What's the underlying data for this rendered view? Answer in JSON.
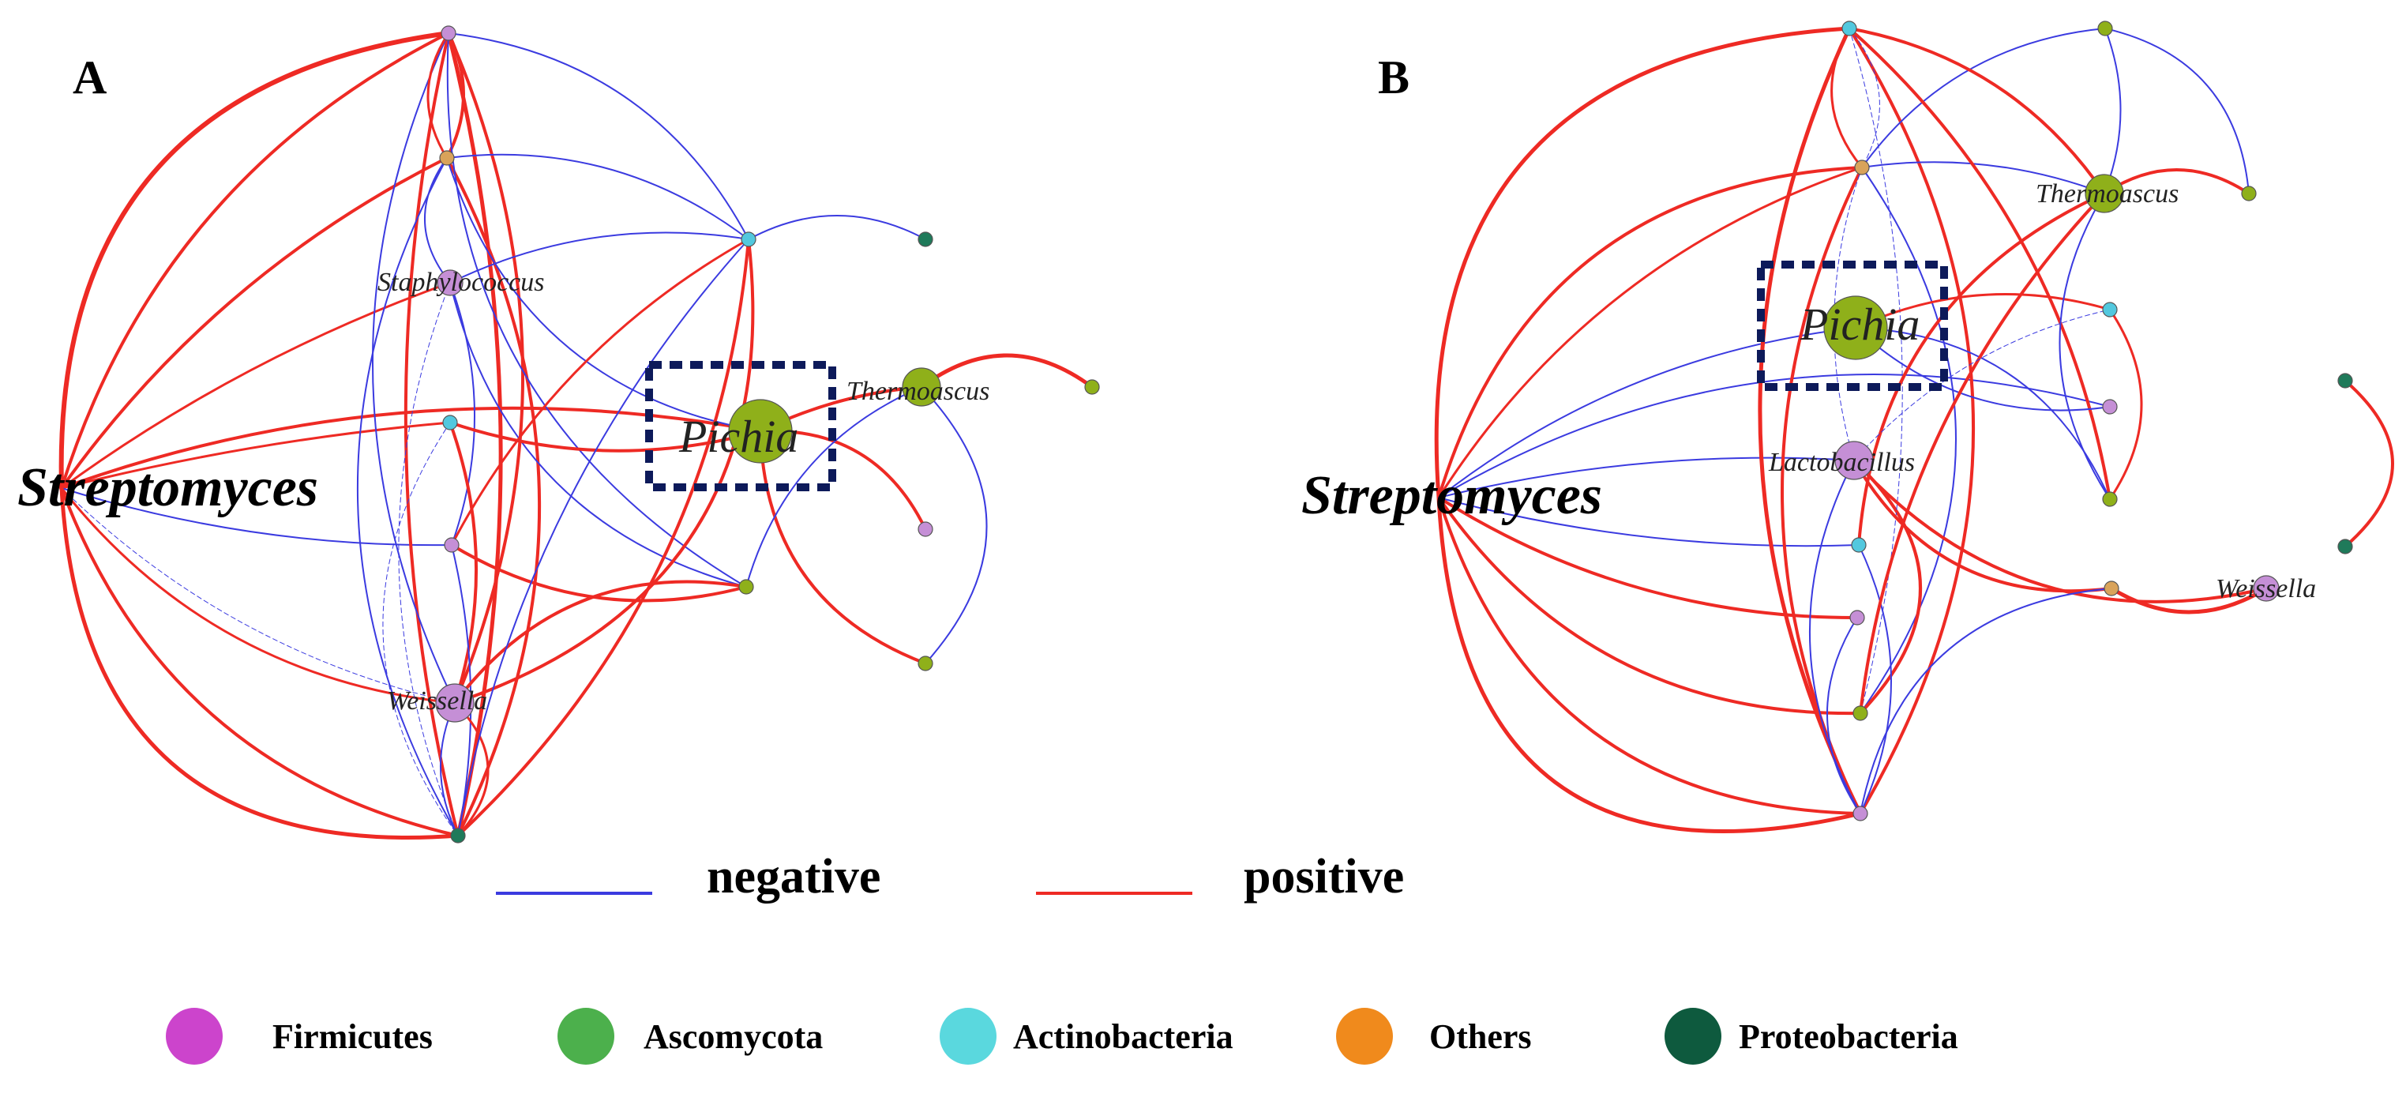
{
  "panels": [
    {
      "letter": "A",
      "pichia_label": "Pichia",
      "nodes": [
        {
          "id": "a_top",
          "phylum": "Firmicutes",
          "label": "",
          "size": "small"
        },
        {
          "id": "a_aux",
          "phylum": "Others",
          "label": "",
          "size": "small"
        },
        {
          "id": "a_staph",
          "phylum": "Firmicutes",
          "label": "Staphylococcus",
          "size": "medium"
        },
        {
          "id": "a_aceto",
          "phylum": "Actinobacteria",
          "label": "",
          "size": "small"
        },
        {
          "id": "a_leu",
          "phylum": "Firmicutes",
          "label": "",
          "size": "small"
        },
        {
          "id": "a_weis",
          "phylum": "Firmicutes",
          "label": "Weissella",
          "size": "large"
        },
        {
          "id": "a_bot",
          "phylum": "Proteobacteria",
          "label": "",
          "size": "small"
        },
        {
          "id": "a_actR",
          "phylum": "Actinobacteria",
          "label": "",
          "size": "small"
        },
        {
          "id": "a_proR",
          "phylum": "Proteobacteria",
          "label": "",
          "size": "small"
        },
        {
          "id": "a_pichia",
          "phylum": "Ascomycota",
          "label": "Pichia",
          "size": "huge"
        },
        {
          "id": "a_thermo",
          "phylum": "Ascomycota",
          "label": "Thermoascus",
          "size": "large"
        },
        {
          "id": "a_asc",
          "phylum": "Ascomycota",
          "label": "",
          "size": "small"
        },
        {
          "id": "a_ped",
          "phylum": "Firmicutes",
          "label": "",
          "size": "small"
        },
        {
          "id": "a_sacc",
          "phylum": "Ascomycota",
          "label": "",
          "size": "small"
        },
        {
          "id": "a_cand",
          "phylum": "Ascomycota",
          "label": "",
          "size": "small"
        },
        {
          "id": "a_strep",
          "phylum": "Actinobacteria",
          "label": "Streptomyces",
          "size": "hub"
        }
      ]
    },
    {
      "letter": "B",
      "pichia_label": "Pichia",
      "nodes": [
        {
          "id": "b_top",
          "phylum": "Actinobacteria",
          "label": "",
          "size": "small"
        },
        {
          "id": "b_aux",
          "phylum": "Others",
          "label": "",
          "size": "small"
        },
        {
          "id": "b_pichia",
          "phylum": "Ascomycota",
          "label": "Pichia",
          "size": "huge"
        },
        {
          "id": "b_lacto",
          "phylum": "Firmicutes",
          "label": "Lactobacillus",
          "size": "large"
        },
        {
          "id": "b_act2",
          "phylum": "Actinobacteria",
          "label": "",
          "size": "small"
        },
        {
          "id": "b_leu",
          "phylum": "Firmicutes",
          "label": "",
          "size": "small"
        },
        {
          "id": "b_cand",
          "phylum": "Ascomycota",
          "label": "",
          "size": "small"
        },
        {
          "id": "b_staph",
          "phylum": "Firmicutes",
          "label": "",
          "size": "small"
        },
        {
          "id": "b_asc1",
          "phylum": "Ascomycota",
          "label": "",
          "size": "small"
        },
        {
          "id": "b_thermo",
          "phylum": "Ascomycota",
          "label": "Thermoascus",
          "size": "large"
        },
        {
          "id": "b_asc2",
          "phylum": "Ascomycota",
          "label": "",
          "size": "small"
        },
        {
          "id": "b_aceto",
          "phylum": "Actinobacteria",
          "label": "",
          "size": "small"
        },
        {
          "id": "b_firm2",
          "phylum": "Firmicutes",
          "label": "",
          "size": "small"
        },
        {
          "id": "b_asc3",
          "phylum": "Ascomycota",
          "label": "",
          "size": "small"
        },
        {
          "id": "b_oth2",
          "phylum": "Others",
          "label": "",
          "size": "small"
        },
        {
          "id": "b_weis",
          "phylum": "Firmicutes",
          "label": "Weissella",
          "size": "medium"
        },
        {
          "id": "b_pro1",
          "phylum": "Proteobacteria",
          "label": "",
          "size": "small"
        },
        {
          "id": "b_pro2",
          "phylum": "Proteobacteria",
          "label": "",
          "size": "small"
        },
        {
          "id": "b_strep",
          "phylum": "Actinobacteria",
          "label": "Streptomyces",
          "size": "hub"
        }
      ]
    }
  ],
  "edge_legend": [
    {
      "label": "negative",
      "color": "#3b3be0"
    },
    {
      "label": "positive",
      "color": "#ee2a24"
    }
  ],
  "phylum_legend": [
    {
      "label": "Firmicutes",
      "color": "#cc44cc"
    },
    {
      "label": "Ascomycota",
      "color": "#4cb04c"
    },
    {
      "label": "Actinobacteria",
      "color": "#5ad8de"
    },
    {
      "label": "Others",
      "color": "#f08a1c"
    },
    {
      "label": "Proteobacteria",
      "color": "#0e5a3e"
    }
  ],
  "phylum_node_colors": {
    "Firmicutes": "#c58fd6",
    "Ascomycota": "#8fb01a",
    "Actinobacteria": "#52c8de",
    "Others": "#d9a35a",
    "Proteobacteria": "#1f7a5a"
  }
}
